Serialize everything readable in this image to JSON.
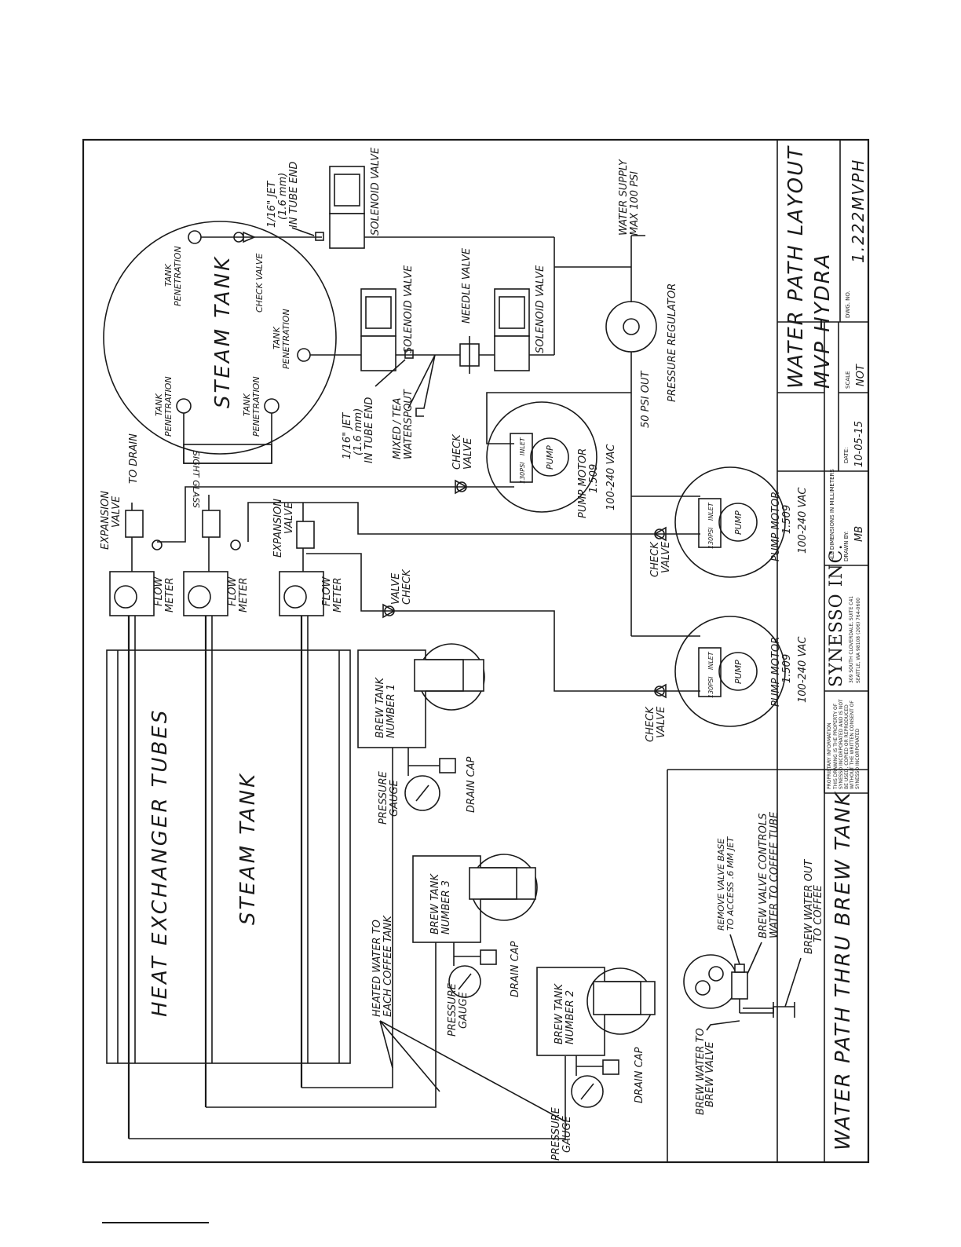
{
  "diagram": {
    "title_block": {
      "title_line1": "WATER PATH LAYOUT",
      "title_line2": "MVP HYDRA",
      "company": "SYNESSO INC.",
      "address_line1": "309 SOUTH CLOVERDALE, SUITE C41",
      "address_line2": "SEATTLE, WA 98108  (206) 764-0600",
      "proprietary_heading": "PROPRIETARY INFORMATION",
      "proprietary_line1": "THIS DRAWING IS THE PROPERTY OF",
      "proprietary_line2": "SYNESSO INCORPORATED AND IS NOT",
      "proprietary_line3": "BE USED, COPIED OR REPRODUCED",
      "proprietary_line4": "WITHOUT THE WRITTEN CONSENT OF",
      "proprietary_line5": "SYNESSO INCORPORATED",
      "dimensions_note": "ALL DIMENSIONS IN MILLIMETERS",
      "drawn_by_label": "DRAWN BY:",
      "drawn_by": "MB",
      "date_label": "DATE:",
      "date": "10-05-15",
      "scale_label": "SCALE",
      "scale": "NOT",
      "dwg_no_label": "DWG. NO.",
      "dwg_no": "1.222MVPH"
    },
    "labels": {
      "steam_tank_round": "STEAM TANK",
      "steam_tank_long": "STEAM TANK",
      "heat_exchanger": "HEAT EXCHANGER TUBES",
      "sight_glass": "SIGHT GLASS",
      "to_drain": "TO DRAIN",
      "tank_penetration": "TANK",
      "tank_penetration_2": "PENETRATION",
      "check_valve": "CHECK VALVE",
      "check": "CHECK",
      "valve": "VALVE",
      "valve_check_1": "VALVE",
      "valve_check_2": "CHECK",
      "solenoid_valve": "SOLENOID VALVE",
      "needle_valve": "NEEDLE VALVE",
      "jet_1": "1/16\" JET",
      "jet_2": "(1.6 mm)",
      "jet_3": "IN TUBE END",
      "mixed_water_1": "MIXED",
      "mixed_water_2": "WATER",
      "tea_spout_1": "/ TEA",
      "tea_spout_2": "SPOUT",
      "water_supply_1": "WATER SUPPLY",
      "water_supply_2": "MAX 100 PSI",
      "pressure_regulator": "PRESSURE REGULATOR",
      "psi_out": "50 PSI OUT",
      "pump": "PUMP",
      "pump_motor": "PUMP MOTOR",
      "pump_model": "1.509",
      "pump_voltage": "100-240 VAC",
      "psi_130": "130PSI",
      "inlet": "INLET",
      "expansion_1": "EXPANSION",
      "expansion_2": "VALVE",
      "flow_1": "FLOW",
      "flow_2": "METER",
      "brew_tank": "BREW TANK",
      "number_1": "NUMBER 1",
      "number_2": "NUMBER 2",
      "number_3": "NUMBER 3",
      "pressure_gauge_1": "PRESSURE",
      "pressure_gauge_2": "GAUGE",
      "drain_cap": "DRAIN CAP",
      "heated_water_1": "HEATED WATER TO",
      "heated_water_2": "EACH COFFEE TANK",
      "inset_title": "WATER PATH THRU BREW TANK",
      "remove_valve_1": "REMOVE VALVE BASE",
      "remove_valve_2": "TO ACCESS .6 MM JET",
      "brew_valve_controls_1": "BREW VALVE CONTROLS",
      "brew_valve_controls_2": "WATER TO COFFEE TUBE",
      "brew_water_out_1": "BREW WATER OUT",
      "brew_water_out_2": "TO COFFEE",
      "brew_water_to_1": "BREW WATER TO",
      "brew_water_to_2": "BREW VALVE"
    }
  }
}
